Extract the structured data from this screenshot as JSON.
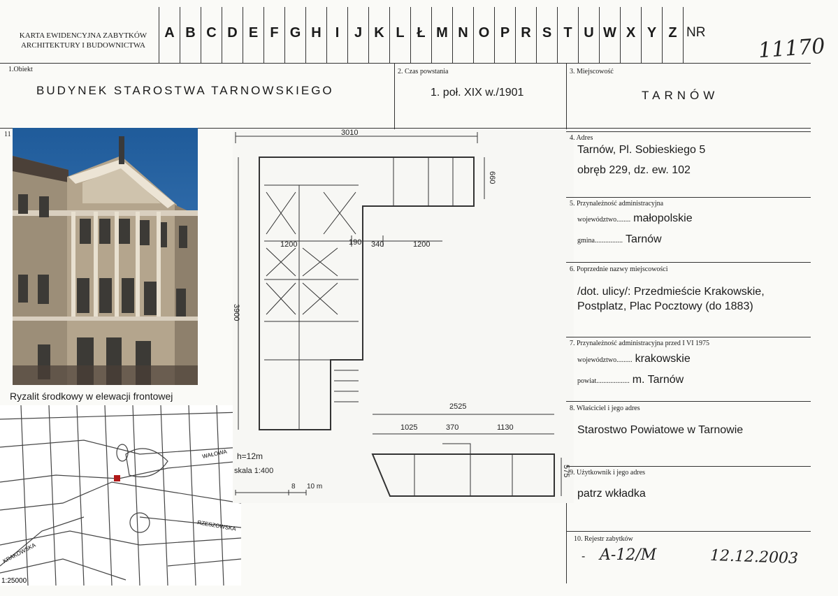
{
  "header": {
    "title_line1": "KARTA EWIDENCYJNA ZABYTKÓW",
    "title_line2": "ARCHITEKTURY I BUDOWNICTWA",
    "letters": [
      "A",
      "B",
      "C",
      "D",
      "E",
      "F",
      "G",
      "H",
      "I",
      "J",
      "K",
      "L",
      "Ł",
      "M",
      "N",
      "O",
      "P",
      "R",
      "S",
      "T",
      "U",
      "W",
      "X",
      "Y",
      "Z"
    ],
    "nr_label": "NR",
    "handwritten_number": "11170"
  },
  "section1": {
    "label": "1.Obiekt",
    "value": "BUDYNEK STAROSTWA TARNOWSKIEGO"
  },
  "section2": {
    "label": "2. Czas powstania",
    "value": "1. poł. XIX w./1901"
  },
  "section3": {
    "label": "3. Miejscowość",
    "value": "TARNÓW"
  },
  "section11": {
    "label": "11",
    "caption": "Ryzalit środkowy w elewacji frontowej"
  },
  "section4": {
    "label": "4. Adres",
    "line1": "Tarnów, Pl. Sobieskiego 5",
    "line2": "obręb 229, dz. ew. 102"
  },
  "section5": {
    "label": "5. Przynależność administracyjna",
    "woj_label": "województwo........",
    "woj_value": "małopolskie",
    "gmina_label": "gmina................",
    "gmina_value": "Tarnów"
  },
  "section6": {
    "label": "6. Poprzednie nazwy miejscowości",
    "line1": "/dot. ulicy/: Przedmieście Krakowskie,",
    "line2": "Postplatz, Plac Pocztowy (do 1883)"
  },
  "section7": {
    "label": "7. Przynależność administracyjna przed I VI 1975",
    "woj_label": "województwo.........",
    "woj_value": "krakowskie",
    "powiat_label": "powiat...................",
    "powiat_value": "m. Tarnów"
  },
  "section8": {
    "label": "8. Właściciel i jego adres",
    "value": "Starostwo Powiatowe w Tarnowie"
  },
  "section9": {
    "label": "9. Użytkownik i jego adres",
    "value": "patrz wkładka"
  },
  "section10": {
    "label": "10. Rejestr zabytków",
    "dash": "-",
    "number": "A-12/M",
    "date": "12.12.2003"
  },
  "plan": {
    "dim_top": "3010",
    "dim_right_top": "660",
    "dim_left": "3900",
    "dim_a": "1200",
    "dim_b": "190",
    "dim_c": "340",
    "dim_d": "1200",
    "dim_bottom_total": "2525",
    "dim_e": "1025",
    "dim_f": "370",
    "dim_g": "1130",
    "dim_right_bottom": "575",
    "height_note": "h=12m",
    "scale_text": "skala 1:400",
    "scale_8": "8",
    "scale_10": "10 m"
  },
  "map": {
    "scale": "1:25000",
    "street1": "KRAKOWSKA",
    "street2": "RZESZOWSKA",
    "street3": "WAŁOWA"
  }
}
